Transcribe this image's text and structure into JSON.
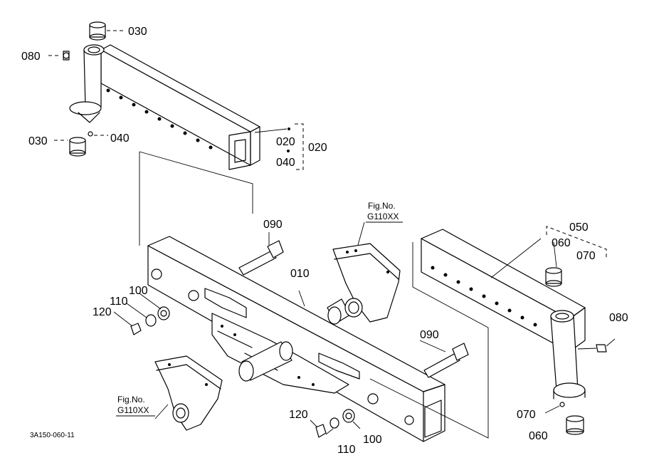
{
  "callouts": {
    "c030_top": "030",
    "c080_left": "080",
    "c030_left": "030",
    "c040": "040",
    "c020_a": "020",
    "c040_b": "040",
    "c020_group": "020",
    "c090_top": "090",
    "c010": "010",
    "c100_left": "100",
    "c110_left": "110",
    "c120_left": "120",
    "c090_right": "090",
    "c050_group": "050",
    "c060_top": "060",
    "c070_right": "070",
    "c080_right": "080",
    "c070_low": "070",
    "c060_low": "060",
    "c120_bottom": "120",
    "c110_bottom": "110",
    "c100_bottom": "100"
  },
  "figrefs": {
    "top_label": "Fig.No.",
    "top_code": "G110XX",
    "bottom_label": "Fig.No.",
    "bottom_code": "G110XX"
  },
  "drawing_code": "3A150-060-11"
}
